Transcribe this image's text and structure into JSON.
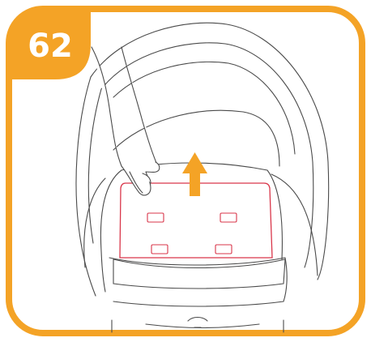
{
  "step": {
    "number": "62"
  },
  "colors": {
    "frame": "#f4a326",
    "badge": "#f4a326",
    "arrow": "#f4a326",
    "panel_outline": "#d9364a",
    "line_art": "#4a4a4a"
  },
  "icons": {
    "direction": "arrow-up-icon",
    "hand": "hand-icon"
  },
  "panel": {
    "slot_count": 4,
    "motion": "pull-up"
  }
}
